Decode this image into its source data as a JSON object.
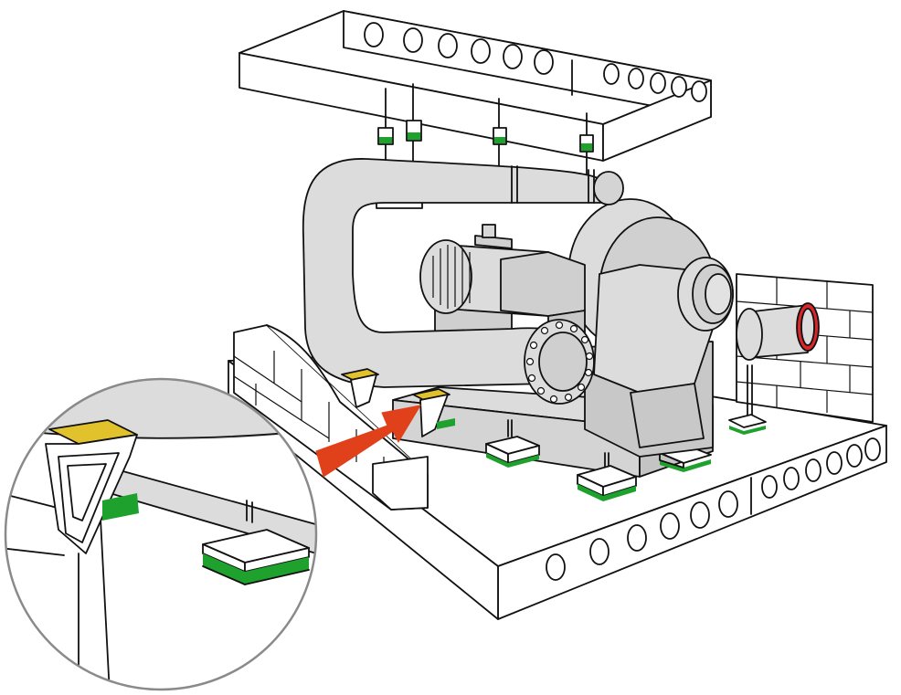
{
  "diagram": {
    "subject": "pump-motor-assembly-vibration-isolation",
    "elements": [
      "ceiling-slab",
      "ceiling-hangers",
      "hanger-isolators",
      "pipe-loop",
      "electric-motor",
      "pump-volute",
      "discharge-flange",
      "inertia-base",
      "floor-isolator-pads",
      "floor-slab",
      "masonry-wall-left",
      "masonry-wall-right",
      "pipe-support-brackets",
      "callout-arrow",
      "detail-magnifier"
    ]
  },
  "colors": {
    "outline": "#111111",
    "equipment_fill": "#dcdcdc",
    "equipment_shade": "#c4c4c4",
    "isolator_green": "#1fa12e",
    "bracket_yellow": "#e2c22c",
    "arrow_red": "#e0401a",
    "pipe_ring_red": "#d8262a",
    "slab_fill": "#ffffff",
    "magnifier_border": "#8a8a8a"
  },
  "icons": {
    "callout": "arrow-icon",
    "detail": "magnifier-circle"
  }
}
